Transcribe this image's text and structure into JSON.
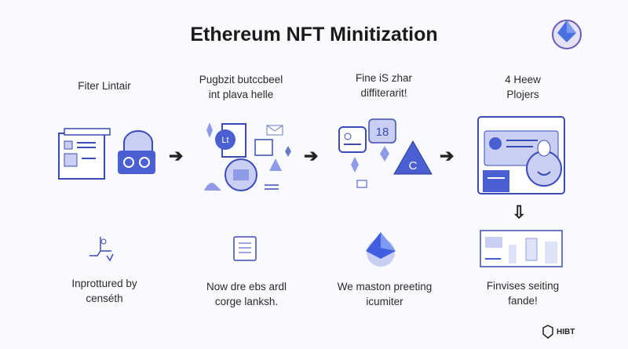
{
  "title": "Ethereum NFT Minitization",
  "steps": [
    {
      "top_caption": [
        "Fiter Lintair"
      ],
      "bottom_caption": [
        "Inprottured by",
        "censéth"
      ]
    },
    {
      "top_caption": [
        "Pugbzit butccbeel",
        "int plava helle"
      ],
      "bottom_caption": [
        "Now dre ebs ardl",
        "corge lanksh."
      ],
      "icon_text": "Lt"
    },
    {
      "top_caption": [
        "Fine iS zhar",
        "diffiterarit!"
      ],
      "bottom_caption": [
        "We maston preeting",
        "icumiter"
      ],
      "icon_text": "18",
      "triangle_text": "C"
    },
    {
      "top_caption": [
        "4 Heew",
        "Plojers"
      ],
      "bottom_caption": [
        "Finvises seiting",
        "fande!"
      ]
    }
  ],
  "arrows": {
    "right": "➔",
    "down": "⇩"
  },
  "logo": {
    "text": "HIBT"
  },
  "colors": {
    "accent": "#4a5fd1",
    "light_accent": "#c9cff3",
    "outline": "#3b4cb8",
    "background": "#f9fafd"
  }
}
